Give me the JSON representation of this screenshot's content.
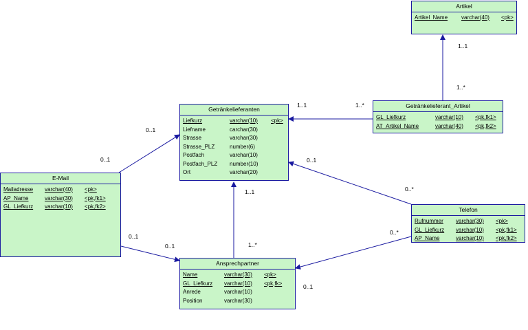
{
  "entities": {
    "artikel": {
      "title": "Artikel",
      "rows": [
        {
          "name": "Artikel_Name",
          "type": "varchar(40)",
          "key": "<pk>",
          "underline": true
        }
      ]
    },
    "getraenkelieferant_artikel": {
      "title": "Getränkelieferant_Artikel",
      "rows": [
        {
          "name": "GL_Liefkurz",
          "type": "varchar(10)",
          "key": "<pk,fk1>",
          "underline": true
        },
        {
          "name": "AT_Artikel_Name",
          "type": "varchar(40)",
          "key": "<pk,fk2>",
          "underline": true
        }
      ]
    },
    "getraenkelieferanten": {
      "title": "Getränkelieferanten",
      "rows": [
        {
          "name": "Liefkurz",
          "type": "varchar(10)",
          "key": "<pk>",
          "underline": true
        },
        {
          "name": "Liefname",
          "type": "carchar(30)",
          "key": "",
          "underline": false
        },
        {
          "name": "Strasse",
          "type": "varchar(30)",
          "key": "",
          "underline": false
        },
        {
          "name": "Strasse_PLZ",
          "type": "number(6)",
          "key": "",
          "underline": false
        },
        {
          "name": "Postfach",
          "type": "varchar(10)",
          "key": "",
          "underline": false
        },
        {
          "name": "Postfach_PLZ",
          "type": "number(10)",
          "key": "",
          "underline": false
        },
        {
          "name": "Ort",
          "type": "varchar(20)",
          "key": "",
          "underline": false
        }
      ]
    },
    "email": {
      "title": "E-Mail",
      "rows": [
        {
          "name": "Mailadresse",
          "type": "varchar(40)",
          "key": "<pk>",
          "underline": true
        },
        {
          "name": "AP_Name",
          "type": "varchar(30)",
          "key": "<pk,fk1>",
          "underline": true
        },
        {
          "name": "GL_Liefkurz",
          "type": "varchar(10)",
          "key": "<pk,fk2>",
          "underline": true
        }
      ]
    },
    "telefon": {
      "title": "Telefon",
      "rows": [
        {
          "name": "Rufnummer",
          "type": "varchar(30)",
          "key": "<pk>",
          "underline": true
        },
        {
          "name": "GL_Liefkurz",
          "type": "varchar(10)",
          "key": "<pk,fk1>",
          "underline": true
        },
        {
          "name": "AP_Name",
          "type": "varchar(10)",
          "key": "<pk,fk2>",
          "underline": true
        }
      ]
    },
    "ansprechpartner": {
      "title": "Ansprechpartner",
      "rows": [
        {
          "name": "Name",
          "type": "varchar(30)",
          "key": "<pk>",
          "underline": true
        },
        {
          "name": "GL_Liefkurz",
          "type": "varchar(10)",
          "key": "<pk,fk>",
          "underline": true
        },
        {
          "name": "Anrede",
          "type": "varchar(10)",
          "key": "",
          "underline": false
        },
        {
          "name": "Position",
          "type": "varchar(30)",
          "key": "",
          "underline": false
        }
      ]
    }
  },
  "cardinalities": {
    "artikel_one": "1..1",
    "artikel_many": "1..*",
    "ga_gl_one": "1..1",
    "ga_gl_many": "1..*",
    "email_gl_one": "0..1",
    "email_gl_many": "0..1",
    "tel_gl_one": "0..1",
    "tel_gl_many": "0..*",
    "ap_gl_one": "1..1",
    "ap_gl_many": "1..*",
    "email_ap_one": "0..1",
    "email_ap_many": "0..1",
    "tel_ap_many": "0..*",
    "tel_ap_one": "0..1"
  },
  "colors": {
    "entity_fill": "#c9f5c8",
    "line": "#1a1aa0"
  }
}
